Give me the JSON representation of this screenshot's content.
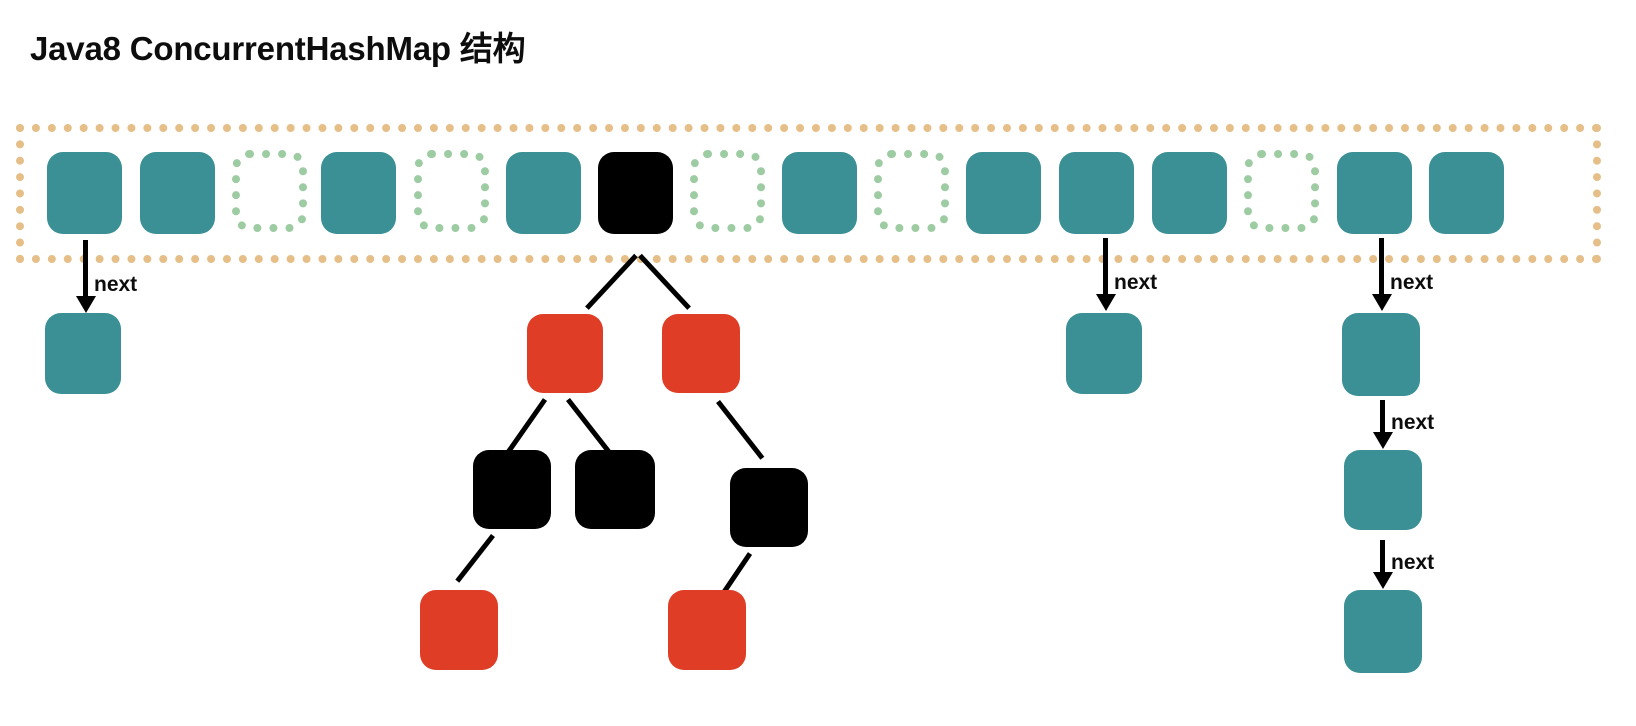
{
  "title": "Java8 ConcurrentHashMap 结构",
  "colors": {
    "teal": "#3a9094",
    "red": "#df3d25",
    "black": "#000000",
    "array_border_dotted": "#e6bf88",
    "empty_cell_dotted": "#9dcba2",
    "background": "#ffffff",
    "text": "#0d0d0d"
  },
  "array": {
    "name": "hash-table-array",
    "cell_count": 16,
    "cells": [
      {
        "index": 0,
        "state": "filled",
        "color": "#3a9094"
      },
      {
        "index": 1,
        "state": "filled",
        "color": "#3a9094"
      },
      {
        "index": 2,
        "state": "empty",
        "color": "#9dcba2"
      },
      {
        "index": 3,
        "state": "filled",
        "color": "#3a9094"
      },
      {
        "index": 4,
        "state": "empty",
        "color": "#9dcba2"
      },
      {
        "index": 5,
        "state": "filled",
        "color": "#3a9094"
      },
      {
        "index": 6,
        "state": "treebin",
        "color": "#000000"
      },
      {
        "index": 7,
        "state": "empty",
        "color": "#9dcba2"
      },
      {
        "index": 8,
        "state": "filled",
        "color": "#3a9094"
      },
      {
        "index": 9,
        "state": "empty",
        "color": "#9dcba2"
      },
      {
        "index": 10,
        "state": "filled",
        "color": "#3a9094"
      },
      {
        "index": 11,
        "state": "filled",
        "color": "#3a9094"
      },
      {
        "index": 12,
        "state": "filled",
        "color": "#3a9094"
      },
      {
        "index": 13,
        "state": "empty",
        "color": "#9dcba2"
      },
      {
        "index": 14,
        "state": "filled",
        "color": "#3a9094"
      },
      {
        "index": 15,
        "state": "filled",
        "color": "#3a9094"
      }
    ]
  },
  "arrows": [
    {
      "id": "next-bucket-0",
      "label": "next"
    },
    {
      "id": "next-bucket-11",
      "label": "next"
    },
    {
      "id": "next-bucket-14",
      "label": "next"
    },
    {
      "id": "next-chain-14-a",
      "label": "next"
    },
    {
      "id": "next-chain-14-b",
      "label": "next"
    }
  ],
  "chains": [
    {
      "source_cell_index": 0,
      "nodes": [
        {
          "color": "#3a9094",
          "type": "linked-node"
        }
      ]
    },
    {
      "source_cell_index": 11,
      "nodes": [
        {
          "color": "#3a9094",
          "type": "linked-node"
        }
      ]
    },
    {
      "source_cell_index": 14,
      "nodes": [
        {
          "color": "#3a9094",
          "type": "linked-node"
        },
        {
          "color": "#3a9094",
          "type": "linked-node"
        },
        {
          "color": "#3a9094",
          "type": "linked-node"
        }
      ]
    }
  ],
  "tree": {
    "source_cell_index": 6,
    "type": "red-black-tree",
    "nodes": [
      {
        "id": "root",
        "color": "#000000",
        "level": 0
      },
      {
        "id": "n-l",
        "color": "#df3d25",
        "level": 1
      },
      {
        "id": "n-r",
        "color": "#df3d25",
        "level": 1
      },
      {
        "id": "n-ll",
        "color": "#000000",
        "level": 2
      },
      {
        "id": "n-lr",
        "color": "#000000",
        "level": 2
      },
      {
        "id": "n-rr",
        "color": "#000000",
        "level": 2
      },
      {
        "id": "n-lll",
        "color": "#df3d25",
        "level": 3
      },
      {
        "id": "n-rrl",
        "color": "#df3d25",
        "level": 3
      }
    ],
    "edges": [
      {
        "from": "root",
        "to": "n-l"
      },
      {
        "from": "root",
        "to": "n-r"
      },
      {
        "from": "n-l",
        "to": "n-ll"
      },
      {
        "from": "n-l",
        "to": "n-lr"
      },
      {
        "from": "n-r",
        "to": "n-rr"
      },
      {
        "from": "n-ll",
        "to": "n-lll"
      },
      {
        "from": "n-rr",
        "to": "n-rrl"
      }
    ]
  }
}
